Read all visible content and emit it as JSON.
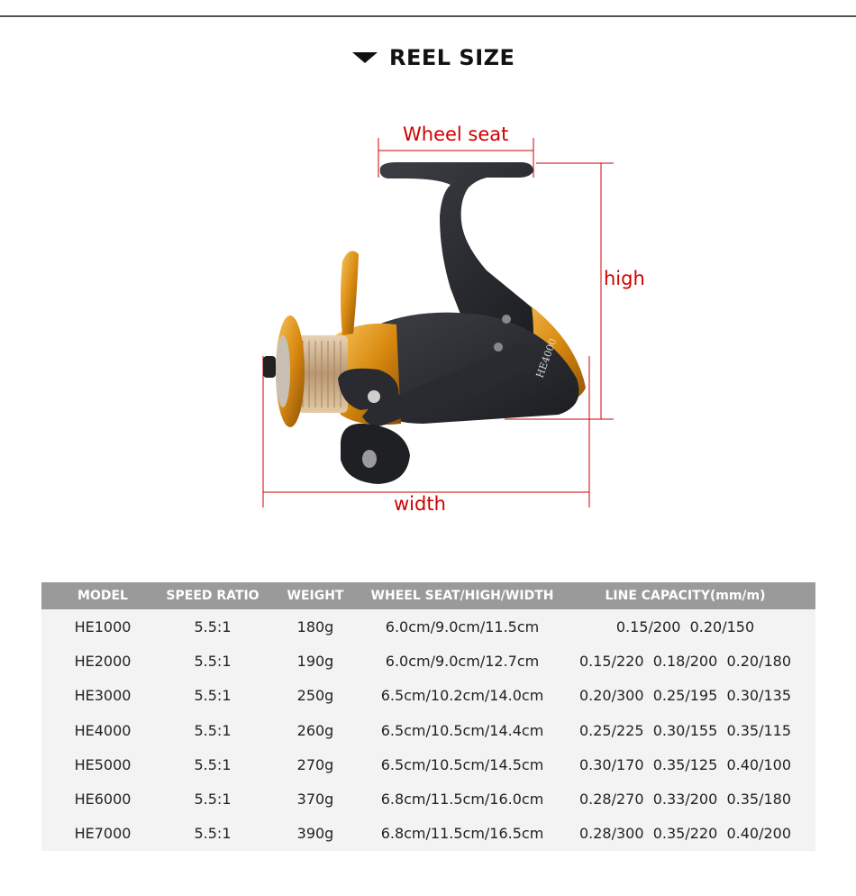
{
  "heading": {
    "title": "REEL SIZE"
  },
  "diagram": {
    "wheel_seat_label": "Wheel seat",
    "high_label": "high",
    "width_label": "width",
    "reel_model_marking": "HE4000",
    "dimension_color": "#d00000"
  },
  "table": {
    "headers": [
      "MODEL",
      "SPEED RATIO",
      "WEIGHT",
      "WHEEL SEAT/HIGH/WIDTH",
      "LINE CAPACITY(mm/m)"
    ],
    "rows": [
      [
        "HE1000",
        "5.5:1",
        "180g",
        "6.0cm/9.0cm/11.5cm",
        "0.15/200  0.20/150"
      ],
      [
        "HE2000",
        "5.5:1",
        "190g",
        "6.0cm/9.0cm/12.7cm",
        "0.15/220  0.18/200  0.20/180"
      ],
      [
        "HE3000",
        "5.5:1",
        "250g",
        "6.5cm/10.2cm/14.0cm",
        "0.20/300  0.25/195  0.30/135"
      ],
      [
        "HE4000",
        "5.5:1",
        "260g",
        "6.5cm/10.5cm/14.4cm",
        "0.25/225  0.30/155  0.35/115"
      ],
      [
        "HE5000",
        "5.5:1",
        "270g",
        "6.5cm/10.5cm/14.5cm",
        "0.30/170  0.35/125  0.40/100"
      ],
      [
        "HE6000",
        "5.5:1",
        "370g",
        "6.8cm/11.5cm/16.0cm",
        "0.28/270  0.33/200  0.35/180"
      ],
      [
        "HE7000",
        "5.5:1",
        "390g",
        "6.8cm/11.5cm/16.5cm",
        "0.28/300  0.35/220  0.40/200"
      ]
    ]
  }
}
